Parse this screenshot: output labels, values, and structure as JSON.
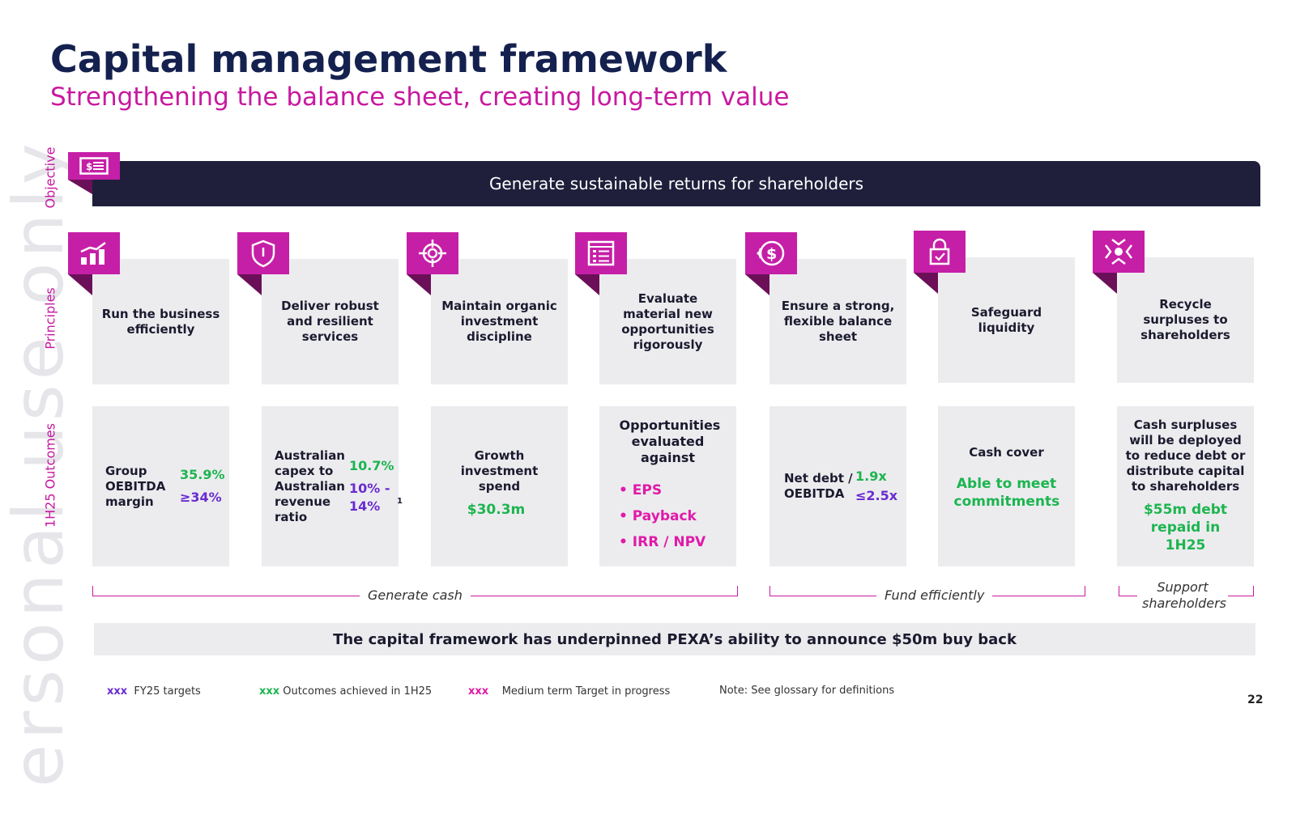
{
  "watermark": "ersonal use only",
  "title": "Capital management framework",
  "subtitle": "Strengthening the balance sheet, creating long-term value",
  "side_labels": {
    "objective": "Objective",
    "principles": "Principles",
    "outcomes": "1H25 Outcomes"
  },
  "objective": "Generate sustainable returns for shareholders",
  "principles": [
    {
      "text": "Run the business efficiently",
      "icon": "bar-chart-icon"
    },
    {
      "text": "Deliver robust and resilient services",
      "icon": "shield-icon"
    },
    {
      "text": "Maintain organic investment discipline",
      "icon": "target-icon"
    },
    {
      "text": "Evaluate material new opportunities rigorously",
      "icon": "checklist-icon"
    },
    {
      "text": "Ensure a strong, flexible balance sheet",
      "icon": "dollar-coin-icon"
    },
    {
      "text": "Safeguard liquidity",
      "icon": "lock-icon"
    },
    {
      "text": "Recycle surpluses to shareholders",
      "icon": "arrows-converge-icon"
    }
  ],
  "outcomes": {
    "o1": {
      "label": "Group OEBITDA margin",
      "achieved": "35.9%",
      "target": "≥34%"
    },
    "o2": {
      "label": "Australian capex to Australian revenue ratio",
      "achieved": "10.7%",
      "target": "10% - 14%",
      "footnote": "1"
    },
    "o3": {
      "label": "Growth investment spend",
      "value": "$30.3m"
    },
    "o4": {
      "label": "Opportunities evaluated against",
      "items": [
        "• EPS",
        "• Payback",
        "• IRR / NPV"
      ]
    },
    "o5": {
      "label": "Net debt / OEBITDA",
      "achieved": "1.9x",
      "target": "≤2.5x"
    },
    "o6": {
      "label": "Cash cover",
      "value": "Able to meet commitments"
    },
    "o7": {
      "label": "Cash surpluses will be deployed to reduce debt or distribute capital to shareholders",
      "value": "$55m debt repaid in 1H25"
    }
  },
  "brackets": {
    "generate": "Generate cash",
    "fund": "Fund efficiently",
    "support": "Support shareholders"
  },
  "footer_statement": "The capital framework has underpinned PEXA’s ability to announce $50m buy back",
  "legend": {
    "marker": "xxx",
    "fy25": "FY25 targets",
    "achieved": "Outcomes achieved in 1H25",
    "medium": "Medium term Target in progress",
    "note": "Note: See glossary for definitions"
  },
  "page_number": "22",
  "colors": {
    "navy": "#14214f",
    "magenta": "#c8199f",
    "green": "#1db54f",
    "purple": "#6a2bd0",
    "banner": "#1f1f3c"
  }
}
